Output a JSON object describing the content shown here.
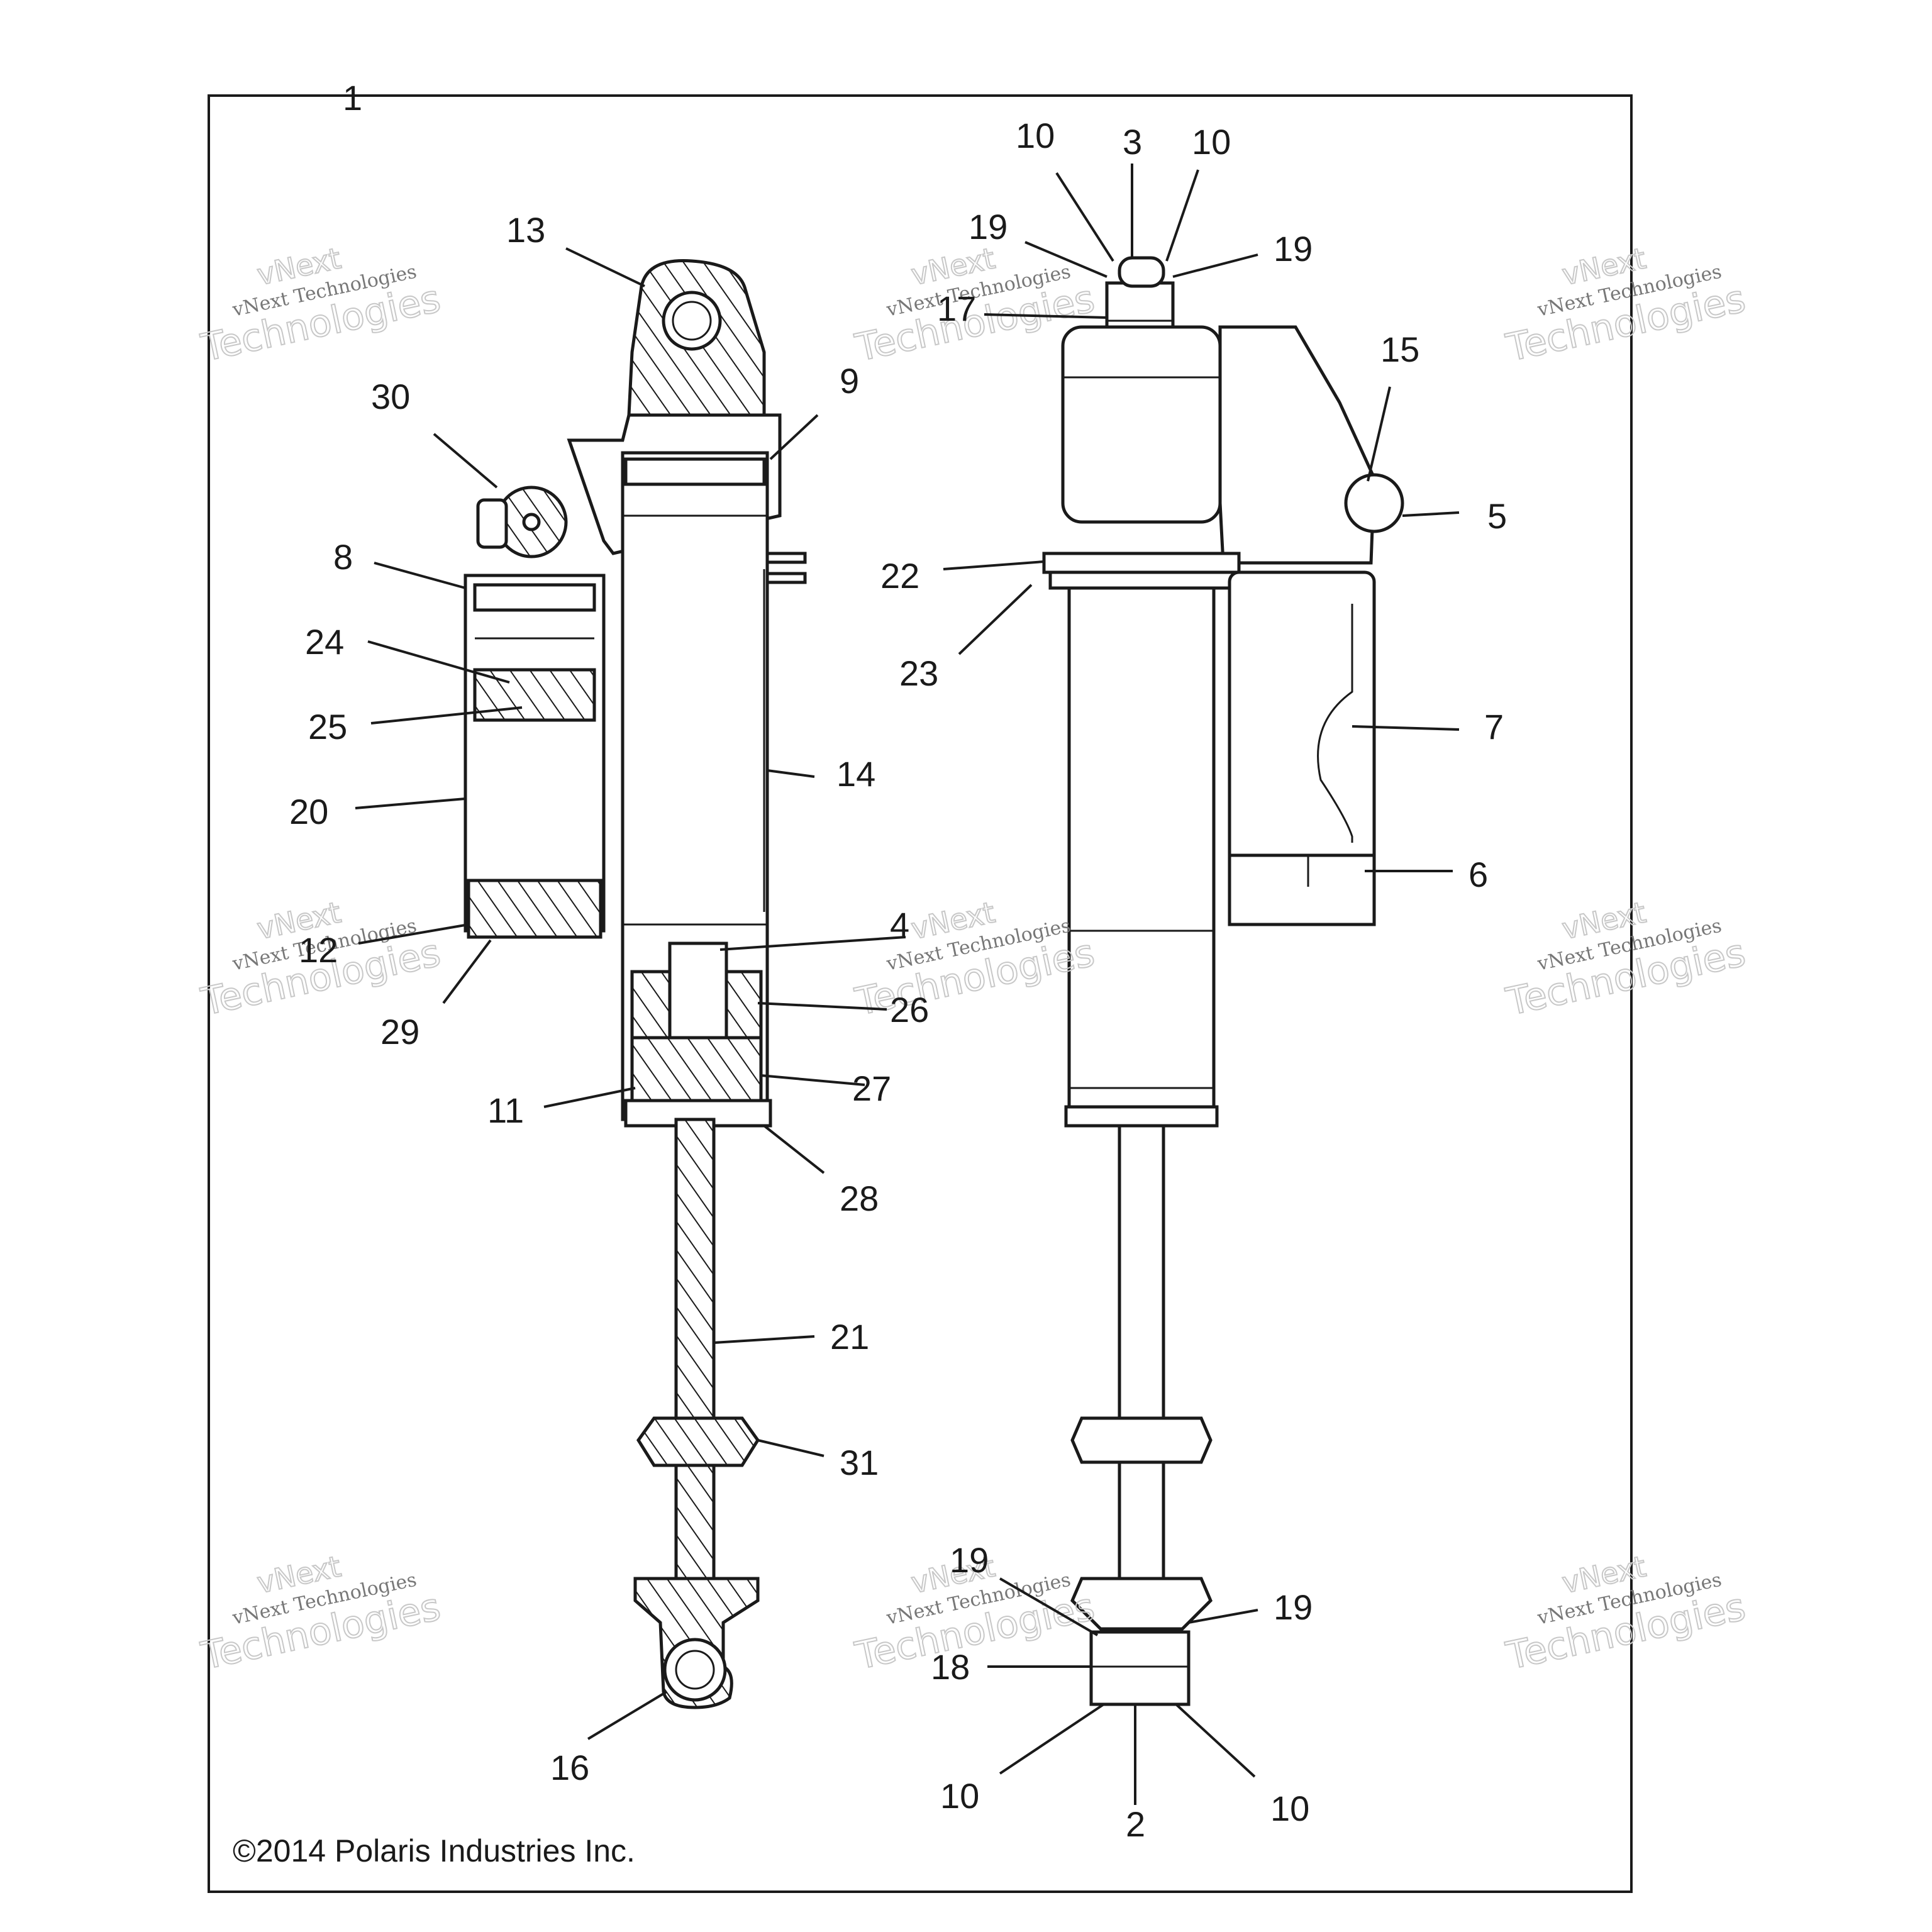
{
  "copyright": "©2014 Polaris Industries Inc.",
  "watermark": {
    "line1": "vNext Technologies",
    "line2": "vNext",
    "line3": "Technologies"
  },
  "callouts": {
    "c1": "1",
    "c2": "2",
    "c3": "3",
    "c4": "4",
    "c5": "5",
    "c6": "6",
    "c7": "7",
    "c8": "8",
    "c9": "9",
    "c10": "10",
    "c11": "11",
    "c12": "12",
    "c13": "13",
    "c14": "14",
    "c15": "15",
    "c16": "16",
    "c17": "17",
    "c18": "18",
    "c19": "19",
    "c20": "20",
    "c21": "21",
    "c22": "22",
    "c23": "23",
    "c24": "24",
    "c25": "25",
    "c26": "26",
    "c27": "27",
    "c28": "28",
    "c29": "29",
    "c30": "30",
    "c31": "31"
  }
}
